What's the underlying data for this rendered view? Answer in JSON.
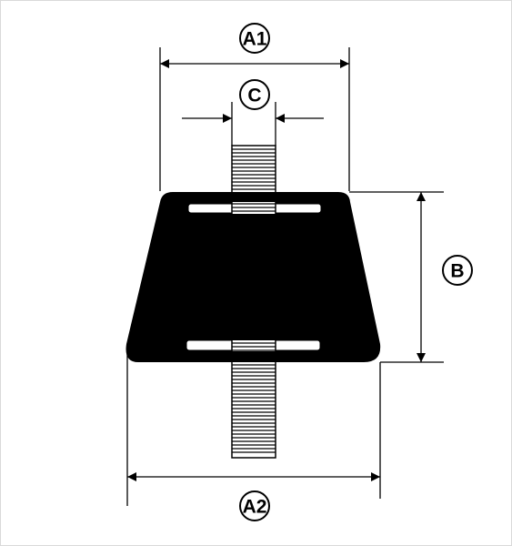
{
  "labels": {
    "a1": "A1",
    "c": "C",
    "b": "B",
    "a2": "A2"
  },
  "colors": {
    "ink": "#000000",
    "paper": "#ffffff",
    "frame": "#d9d9d9"
  }
}
